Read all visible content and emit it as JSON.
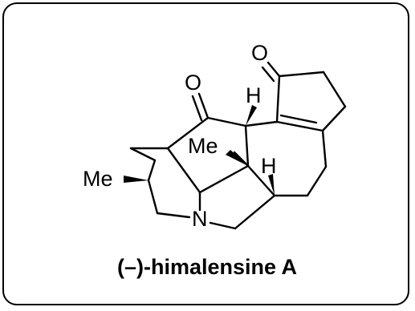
{
  "compound": {
    "name": "(–)-himalensine A"
  },
  "atoms": {
    "ketone_oxygen_right": "O",
    "ketone_oxygen_left": "O",
    "stereo_hydrogen_top": "H",
    "stereo_hydrogen_lower": "H",
    "methyl_bridgehead": "Me",
    "methyl_left": "Me",
    "nitrogen": "N"
  },
  "colors": {
    "line": "#000000",
    "background": "#ffffff"
  }
}
